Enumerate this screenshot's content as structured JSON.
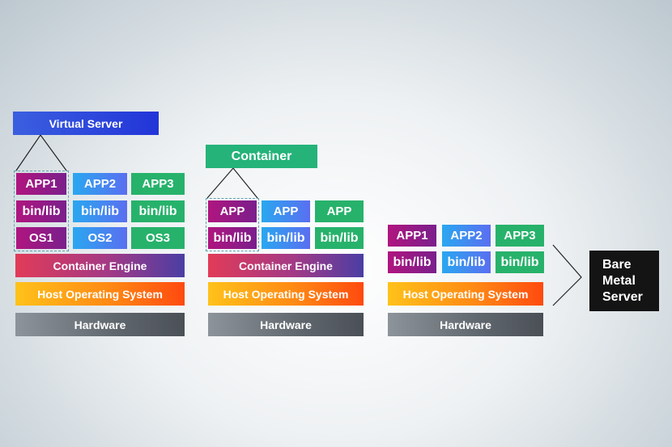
{
  "labels": {
    "virtual_server": "Virtual Server",
    "container": "Container",
    "bare_metal": [
      "Bare",
      "Metal",
      "Server"
    ]
  },
  "vm_stack": {
    "apps": [
      "APP1",
      "APP2",
      "APP3"
    ],
    "libs": [
      "bin/lib",
      "bin/lib",
      "bin/lib"
    ],
    "os": [
      "OS1",
      "OS2",
      "OS3"
    ],
    "engine": "Container Engine",
    "host_os": "Host Operating System",
    "hardware": "Hardware"
  },
  "container_stack": {
    "apps": [
      "APP",
      "APP",
      "APP"
    ],
    "libs": [
      "bin/lib",
      "bin/lib",
      "bin/lib"
    ],
    "engine": "Container Engine",
    "host_os": "Host Operating System",
    "hardware": "Hardware"
  },
  "bare_stack": {
    "apps": [
      "APP1",
      "APP2",
      "APP3"
    ],
    "libs": [
      "bin/lib",
      "bin/lib",
      "bin/lib"
    ],
    "host_os": "Host Operating System",
    "hardware": "Hardware"
  },
  "colors": {
    "app_purple": "#9b1a86",
    "lib_blue": "#3a8ff0",
    "lib_green": "#27b26b",
    "hardware_gray": "#6c737a",
    "bare_black": "#141414"
  }
}
